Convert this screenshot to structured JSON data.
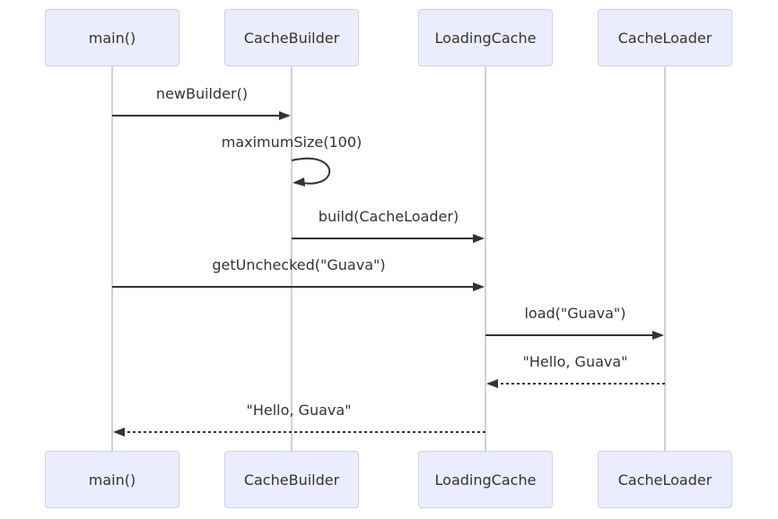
{
  "diagram": {
    "type": "sequence-diagram",
    "actors": [
      {
        "id": "main",
        "label": "main()"
      },
      {
        "id": "cachebuilder",
        "label": "CacheBuilder"
      },
      {
        "id": "loadingcache",
        "label": "LoadingCache"
      },
      {
        "id": "cacheloader",
        "label": "CacheLoader"
      }
    ],
    "messages": [
      {
        "from": "main",
        "to": "cachebuilder",
        "label": "newBuilder()",
        "style": "solid"
      },
      {
        "from": "cachebuilder",
        "to": "cachebuilder",
        "label": "maximumSize(100)",
        "style": "self"
      },
      {
        "from": "cachebuilder",
        "to": "loadingcache",
        "label": "build(CacheLoader)",
        "style": "solid"
      },
      {
        "from": "main",
        "to": "loadingcache",
        "label": "getUnchecked(\"Guava\")",
        "style": "solid"
      },
      {
        "from": "loadingcache",
        "to": "cacheloader",
        "label": "load(\"Guava\")",
        "style": "solid"
      },
      {
        "from": "cacheloader",
        "to": "loadingcache",
        "label": "\"Hello, Guava\"",
        "style": "dashed"
      },
      {
        "from": "loadingcache",
        "to": "main",
        "label": "\"Hello, Guava\"",
        "style": "dashed"
      }
    ],
    "colors": {
      "actor_fill": "#ECECFF",
      "actor_border": "#d2cee6",
      "lifeline": "#d2cde8",
      "arrow": "#333333",
      "text": "#333333",
      "background": "#ffffff"
    }
  }
}
